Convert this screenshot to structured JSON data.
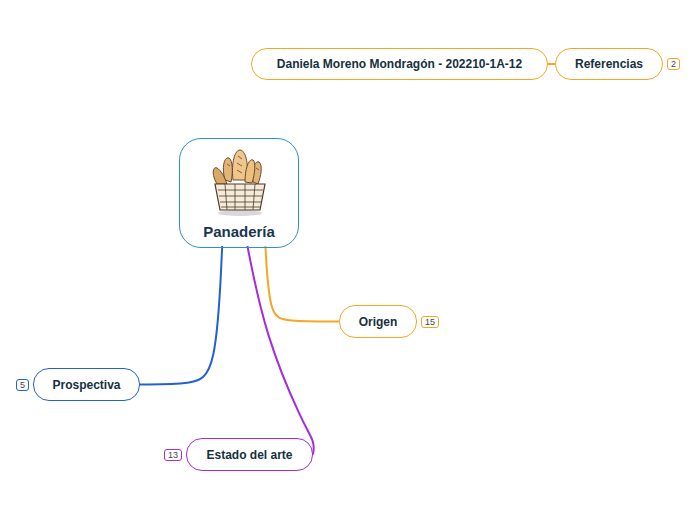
{
  "diagram": {
    "nodes": [
      {
        "text": [
          "Daniela Moreno Mondragón - 202210-1A-12"
        ]
      },
      {
        "text": [
          "Referencias"
        ]
      },
      {
        "text": [
          "Panadería"
        ]
      },
      {
        "text": [
          "Origen"
        ]
      },
      {
        "text": [
          "Prospectiva"
        ]
      },
      {
        "text": [
          "Estado del arte"
        ]
      }
    ],
    "edges": [
      {
        "from": 2,
        "to": 3,
        "arrow": "none"
      },
      {
        "from": 2,
        "to": 4,
        "arrow": "none"
      },
      {
        "from": 2,
        "to": 5,
        "arrow": "none"
      },
      {
        "from": 1,
        "to": 0,
        "arrow": "none"
      }
    ],
    "labels": [
      "2",
      "15",
      "5",
      "13"
    ]
  }
}
